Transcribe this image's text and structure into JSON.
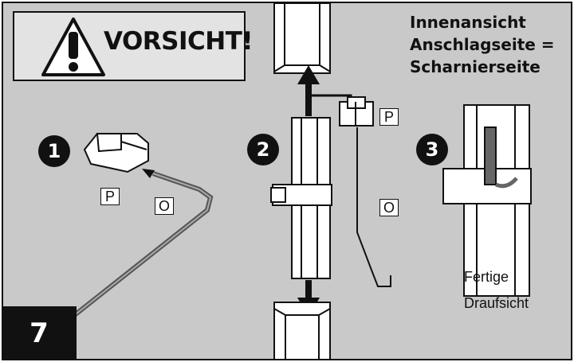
{
  "warning": {
    "text": "VORSICHT!"
  },
  "title": {
    "line1": "Innenansicht",
    "line2": "Anschlagseite =",
    "line3": "Scharnierseite"
  },
  "steps": [
    "1",
    "2",
    "3"
  ],
  "labels": {
    "p1": "P",
    "o1": "O",
    "p2": "P",
    "o2": "O"
  },
  "caption": {
    "line1": "Fertige",
    "line2": "Draufsicht"
  },
  "page_number": "7",
  "colors": {
    "background": "#c9c9c9",
    "warning_box": "#e3e3e3",
    "ink": "#111111"
  }
}
